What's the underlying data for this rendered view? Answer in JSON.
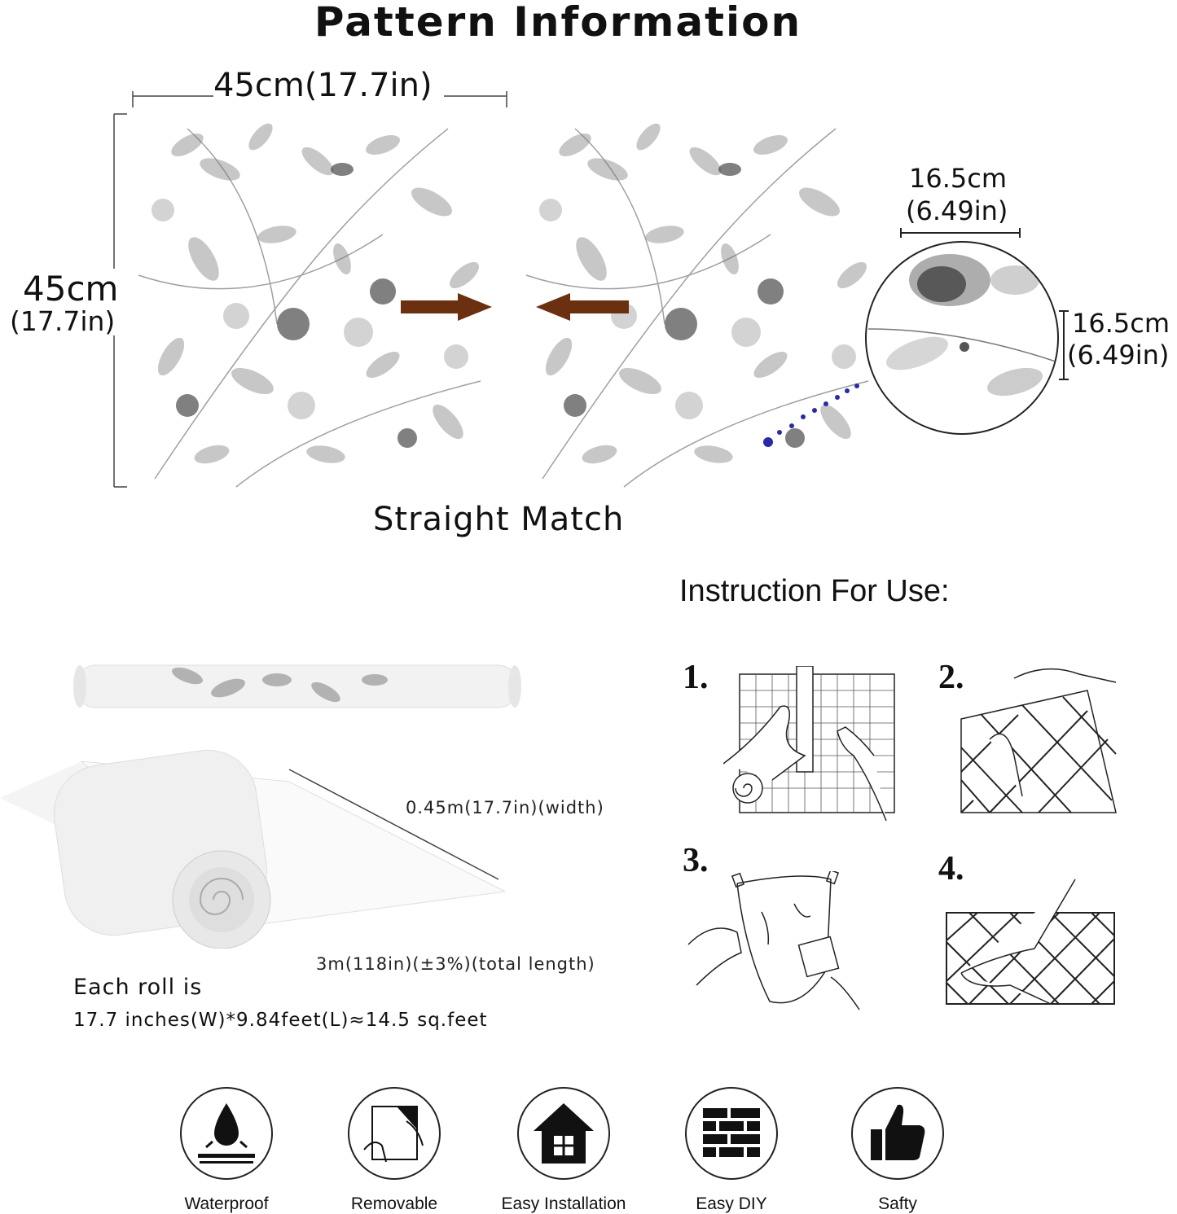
{
  "title": "Pattern Information",
  "dimensions": {
    "top": "45cm(17.7in)",
    "left_cm": "45cm",
    "left_in": "(17.7in)",
    "circle_top_cm": "16.5cm",
    "circle_top_in": "(6.49in)",
    "circle_side_cm": "16.5cm",
    "circle_side_in": "(6.49in)"
  },
  "match_label": "Straight Match",
  "instruction_title": "Instruction For Use:",
  "steps": [
    "1.",
    "2.",
    "3.",
    "4."
  ],
  "roll": {
    "width_label": "0.45m(17.7in)(width)",
    "length_label": "3m(118in)(±3%)(total length)",
    "each_roll_line1": "Each roll is",
    "each_roll_line2": "17.7 inches(W)*9.84feet(L)≈14.5 sq.feet"
  },
  "features": [
    {
      "label": "Waterproof",
      "icon": "water-drop-icon"
    },
    {
      "label": "Removable",
      "icon": "peel-hands-icon"
    },
    {
      "label": "Easy Installation",
      "icon": "house-icon"
    },
    {
      "label": "Easy DIY",
      "icon": "brick-wall-icon"
    },
    {
      "label": "Safty",
      "icon": "thumbs-up-icon"
    }
  ],
  "colors": {
    "arrow": "#6b3010",
    "dots": "#2a2aa8",
    "text": "#111111"
  }
}
